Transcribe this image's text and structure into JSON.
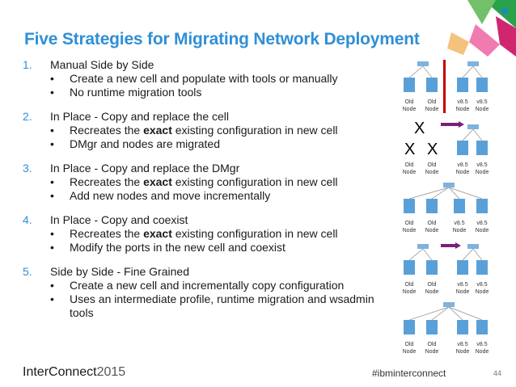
{
  "title": "Five Strategies for Migrating Network Deployment",
  "strategies": [
    {
      "num": "1.",
      "title": "Manual Side by Side",
      "bullets": [
        {
          "pre": "Create a new cell and populate with tools or manually",
          "bold": "",
          "post": ""
        },
        {
          "pre": "No runtime migration tools",
          "bold": "",
          "post": ""
        }
      ]
    },
    {
      "num": "2.",
      "title": "In Place - Copy and replace the cell",
      "bullets": [
        {
          "pre": "Recreates the ",
          "bold": "exact",
          "post": " existing configuration in new cell"
        },
        {
          "pre": "DMgr and nodes are migrated",
          "bold": "",
          "post": ""
        }
      ]
    },
    {
      "num": "3.",
      "title": "In Place - Copy and replace the DMgr",
      "bullets": [
        {
          "pre": "Recreates the ",
          "bold": "exact",
          "post": " existing configuration in new cell"
        },
        {
          "pre": "Add new nodes and move incrementally",
          "bold": "",
          "post": ""
        }
      ]
    },
    {
      "num": "4.",
      "title": "In Place - Copy and coexist",
      "bullets": [
        {
          "pre": "Recreates the ",
          "bold": "exact",
          "post": " existing configuration in new cell"
        },
        {
          "pre": "Modify the ports in the new cell and coexist",
          "bold": "",
          "post": ""
        }
      ]
    },
    {
      "num": "5.",
      "title": "Side by Side - Fine Grained",
      "bullets": [
        {
          "pre": "Create a new cell and incrementally copy configuration",
          "bold": "",
          "post": ""
        },
        {
          "pre": "Uses an intermediate profile, runtime migration and wsadmin tools",
          "bold": "",
          "post": ""
        }
      ]
    }
  ],
  "bullet_char": "•",
  "diagram_labels": {
    "old_top": "Old",
    "old_bottom": "Node",
    "new_top": "v8.5",
    "new_bottom": "Node",
    "x_mark": "X"
  },
  "footer": {
    "brand": "InterConnect",
    "year": "2015",
    "hashtag": "#ibminterconnect",
    "page": "44"
  },
  "colors": {
    "title": "#2f8fd6",
    "arrow": "#7b1f7a",
    "divider": "#c00000",
    "node": "#5aa0d8"
  }
}
